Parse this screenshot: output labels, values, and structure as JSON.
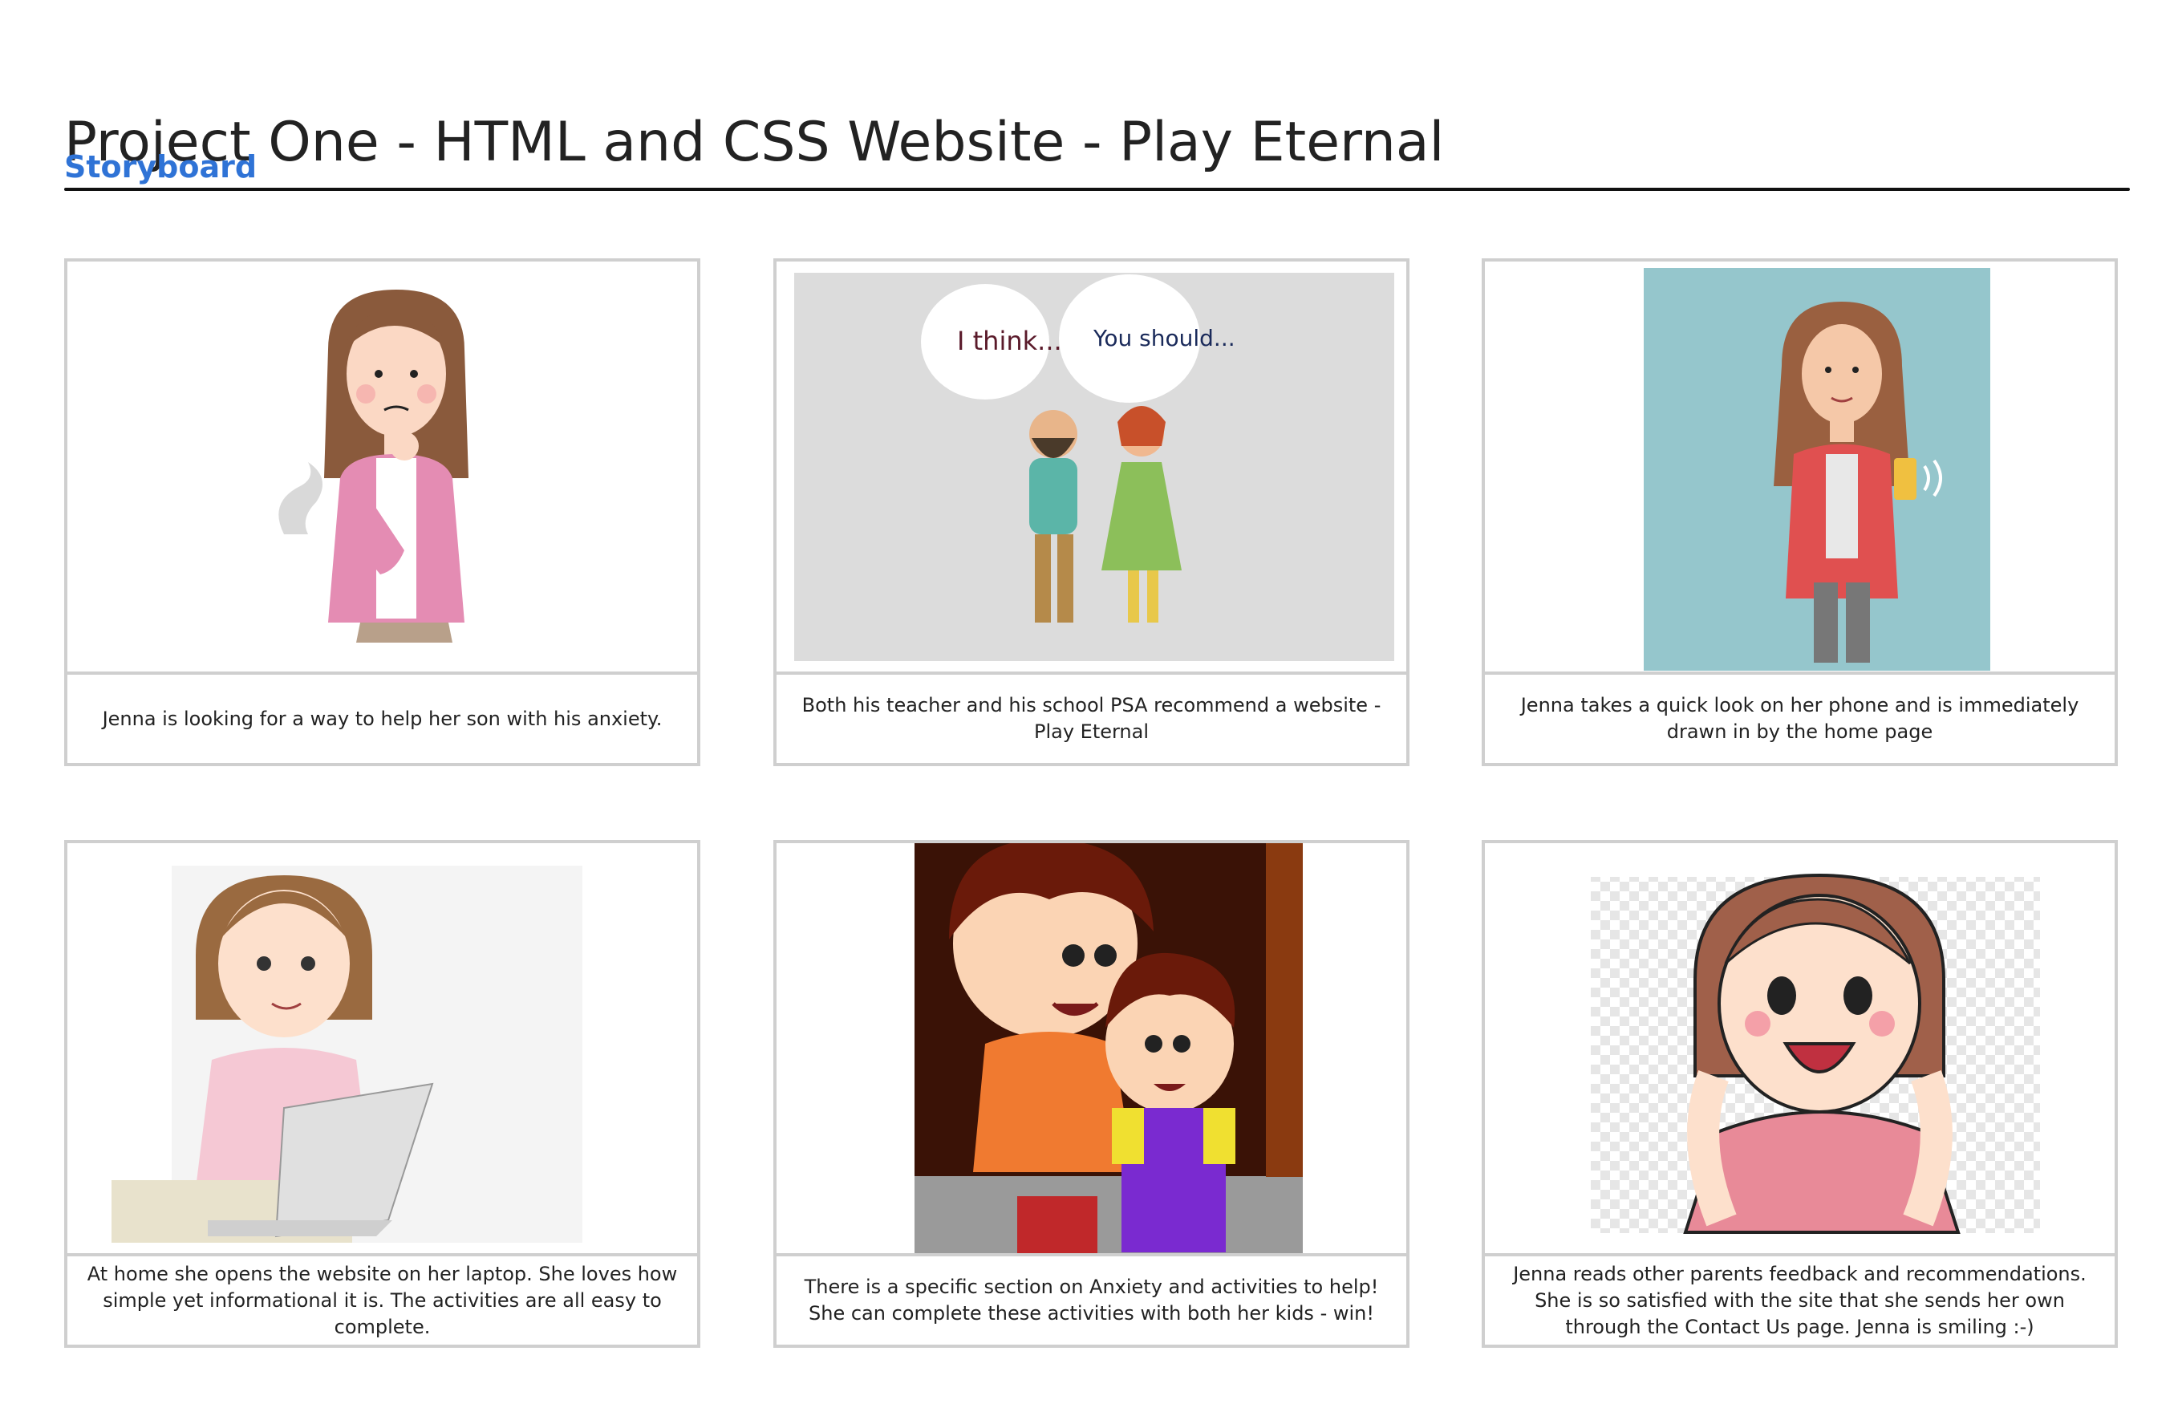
{
  "header": {
    "title": "Project One - HTML and CSS Website - Play Eternal",
    "subtitle": "Storyboard"
  },
  "panels": [
    {
      "caption": "Jenna is looking for a way to help her son with his anxiety.",
      "illustration": "thinking-woman"
    },
    {
      "caption": "Both his teacher and his school PSA recommend a website - Play Eternal",
      "illustration": "teacher-and-psa-talking",
      "bubbles": [
        "I think...",
        "You should..."
      ]
    },
    {
      "caption": "Jenna takes a quick look on her phone and is immediately drawn in by the home page",
      "illustration": "woman-with-phone"
    },
    {
      "caption": "At home she opens the website on her laptop. She loves how simple yet informational it is. The activities are all easy to complete.",
      "illustration": "woman-on-laptop"
    },
    {
      "caption": "There is a specific section on Anxiety and activities to help! She can complete these activities with both her kids - win!",
      "illustration": "two-kids-hugging"
    },
    {
      "caption": "Jenna reads other parents feedback and recommendations. She is so satisfied with the site that she sends her own through the Contact Us page. Jenna is smiling :-)",
      "illustration": "excited-woman"
    }
  ]
}
